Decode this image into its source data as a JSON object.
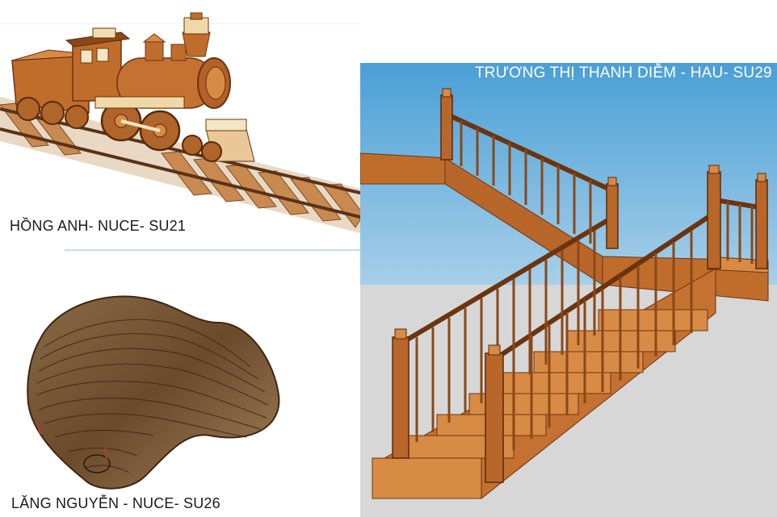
{
  "captions": {
    "train": "HỒNG ANH- NUCE- SU21",
    "bench": "LĂNG NGUYỄN - NUCE- SU26",
    "staircase": "TRƯƠNG THỊ THANH DIỄM - HAU- SU29"
  },
  "colors": {
    "wood": "#c06d2c",
    "wood_dark": "#7a3b12",
    "wood_light": "#d88b45",
    "sky": "#4fa3d8",
    "ground": "#d7d7d7",
    "caption_dark": "#1a1a1a",
    "caption_light": "#ffffff"
  },
  "images": [
    {
      "name": "wooden-steam-locomotive-model"
    },
    {
      "name": "parametric-wooden-bench-model"
    },
    {
      "name": "wooden-staircase-model"
    }
  ]
}
